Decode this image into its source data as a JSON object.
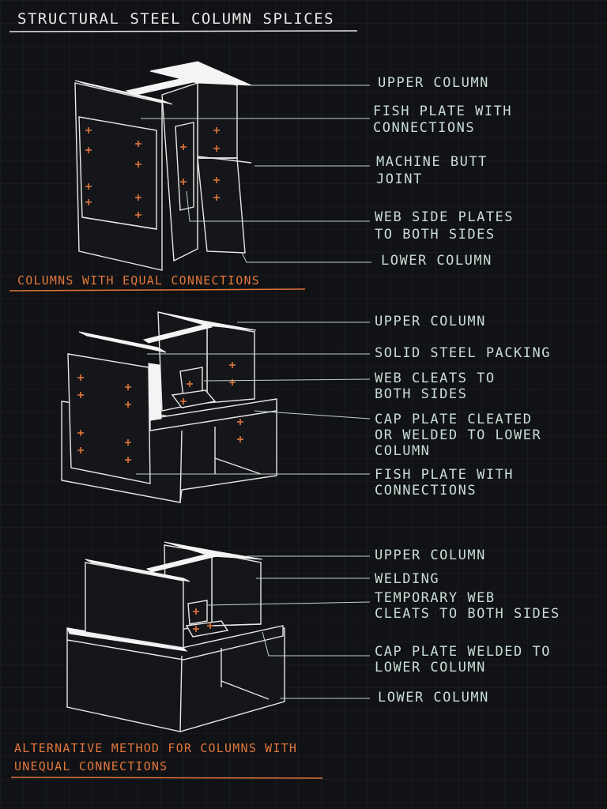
{
  "title": "STRUCTURAL STEEL COLUMN SPLICES",
  "diagrams": [
    {
      "caption": "COLUMNS WITH EQUAL CONNECTIONS",
      "labels": [
        "UPPER COLUMN",
        "FISH PLATE WITH",
        "CONNECTIONS",
        "MACHINE BUTT",
        "JOINT",
        "WEB SIDE PLATES",
        "TO BOTH SIDES",
        "LOWER COLUMN"
      ]
    },
    {
      "caption": "",
      "labels": [
        "UPPER COLUMN",
        "SOLID STEEL PACKING",
        "WEB CLEATS TO",
        "BOTH SIDES",
        "CAP PLATE CLEATED",
        "OR WELDED TO LOWER",
        "COLUMN",
        "FISH PLATE WITH",
        "CONNECTIONS"
      ]
    },
    {
      "caption_lines": [
        "ALTERNATIVE METHOD FOR COLUMNS WITH",
        "UNEQUAL CONNECTIONS"
      ],
      "labels": [
        "UPPER COLUMN",
        "WELDING",
        "TEMPORARY WEB",
        "CLEATS TO BOTH SIDES",
        "CAP PLATE WELDED TO",
        "LOWER COLUMN",
        "LOWER COLUMN"
      ]
    }
  ],
  "colors": {
    "background": "#111215",
    "line": "#e6e6e6",
    "label": "#c9ddd6",
    "accent": "#e0773a"
  }
}
